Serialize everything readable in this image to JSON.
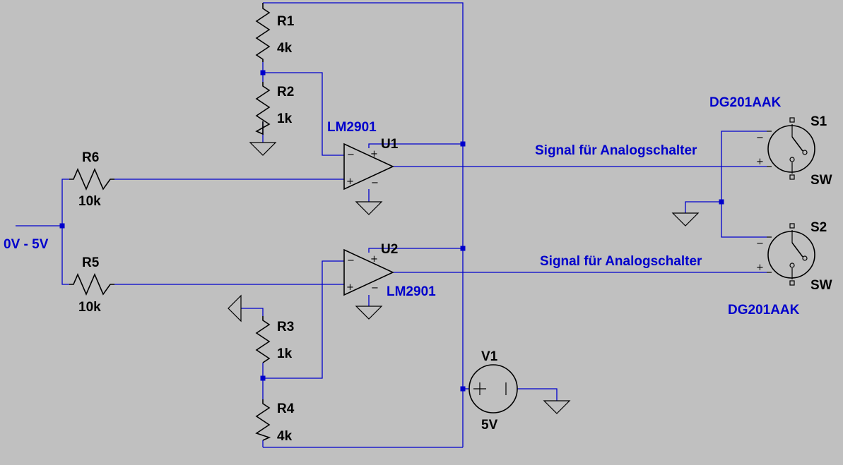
{
  "schematic": {
    "input_label": "0V - 5V",
    "signal_label_1": "Signal für Analogschalter",
    "signal_label_2": "Signal für Analogschalter",
    "components": {
      "r1": {
        "ref": "R1",
        "value": "4k"
      },
      "r2": {
        "ref": "R2",
        "value": "1k"
      },
      "r3": {
        "ref": "R3",
        "value": "1k"
      },
      "r4": {
        "ref": "R4",
        "value": "4k"
      },
      "r5": {
        "ref": "R5",
        "value": "10k"
      },
      "r6": {
        "ref": "R6",
        "value": "10k"
      },
      "u1": {
        "ref": "U1",
        "part": "LM2901"
      },
      "u2": {
        "ref": "U2",
        "part": "LM2901"
      },
      "s1": {
        "ref": "S1",
        "part": "DG201AAK",
        "type": "SW"
      },
      "s2": {
        "ref": "S2",
        "part": "DG201AAK",
        "type": "SW"
      },
      "v1": {
        "ref": "V1",
        "value": "5V"
      }
    },
    "pin_minus": "−",
    "pin_plus": "+",
    "colors": {
      "background": "#c0c0c0",
      "wire": "#0000cc",
      "symbol": "#000000"
    }
  }
}
